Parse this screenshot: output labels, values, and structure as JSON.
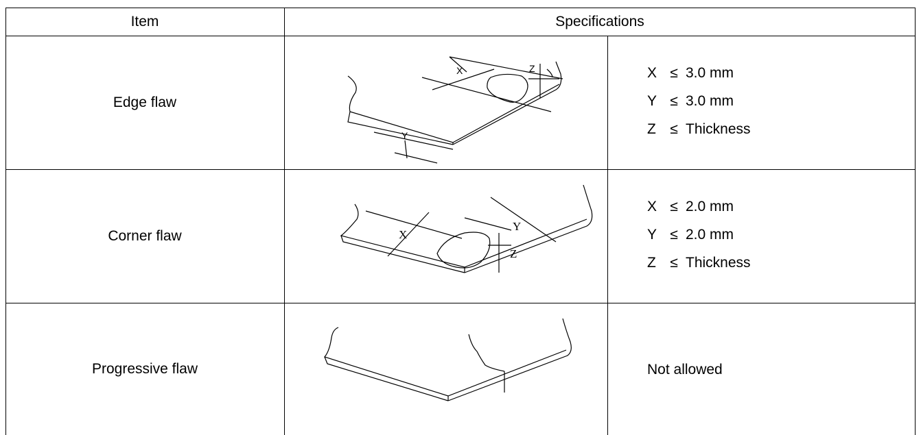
{
  "header": {
    "item": "Item",
    "specifications": "Specifications"
  },
  "rows": [
    {
      "item": "Edge flaw",
      "specs": [
        {
          "sym": "X",
          "op": "≤",
          "val": "3.0 mm"
        },
        {
          "sym": "Y",
          "op": "≤",
          "val": "3.0 mm"
        },
        {
          "sym": "Z",
          "op": "≤",
          "val": "Thickness"
        }
      ],
      "diagram_labels": {
        "x": "X",
        "y": "Y",
        "z": "Z"
      }
    },
    {
      "item": "Corner flaw",
      "specs": [
        {
          "sym": "X",
          "op": "≤",
          "val": "2.0 mm"
        },
        {
          "sym": "Y",
          "op": "≤",
          "val": "2.0 mm"
        },
        {
          "sym": "Z",
          "op": "≤",
          "val": "Thickness"
        }
      ],
      "diagram_labels": {
        "x": "X",
        "y": "Y",
        "z": "Z"
      }
    },
    {
      "item": "Progressive flaw",
      "specs_text": "Not allowed"
    }
  ]
}
